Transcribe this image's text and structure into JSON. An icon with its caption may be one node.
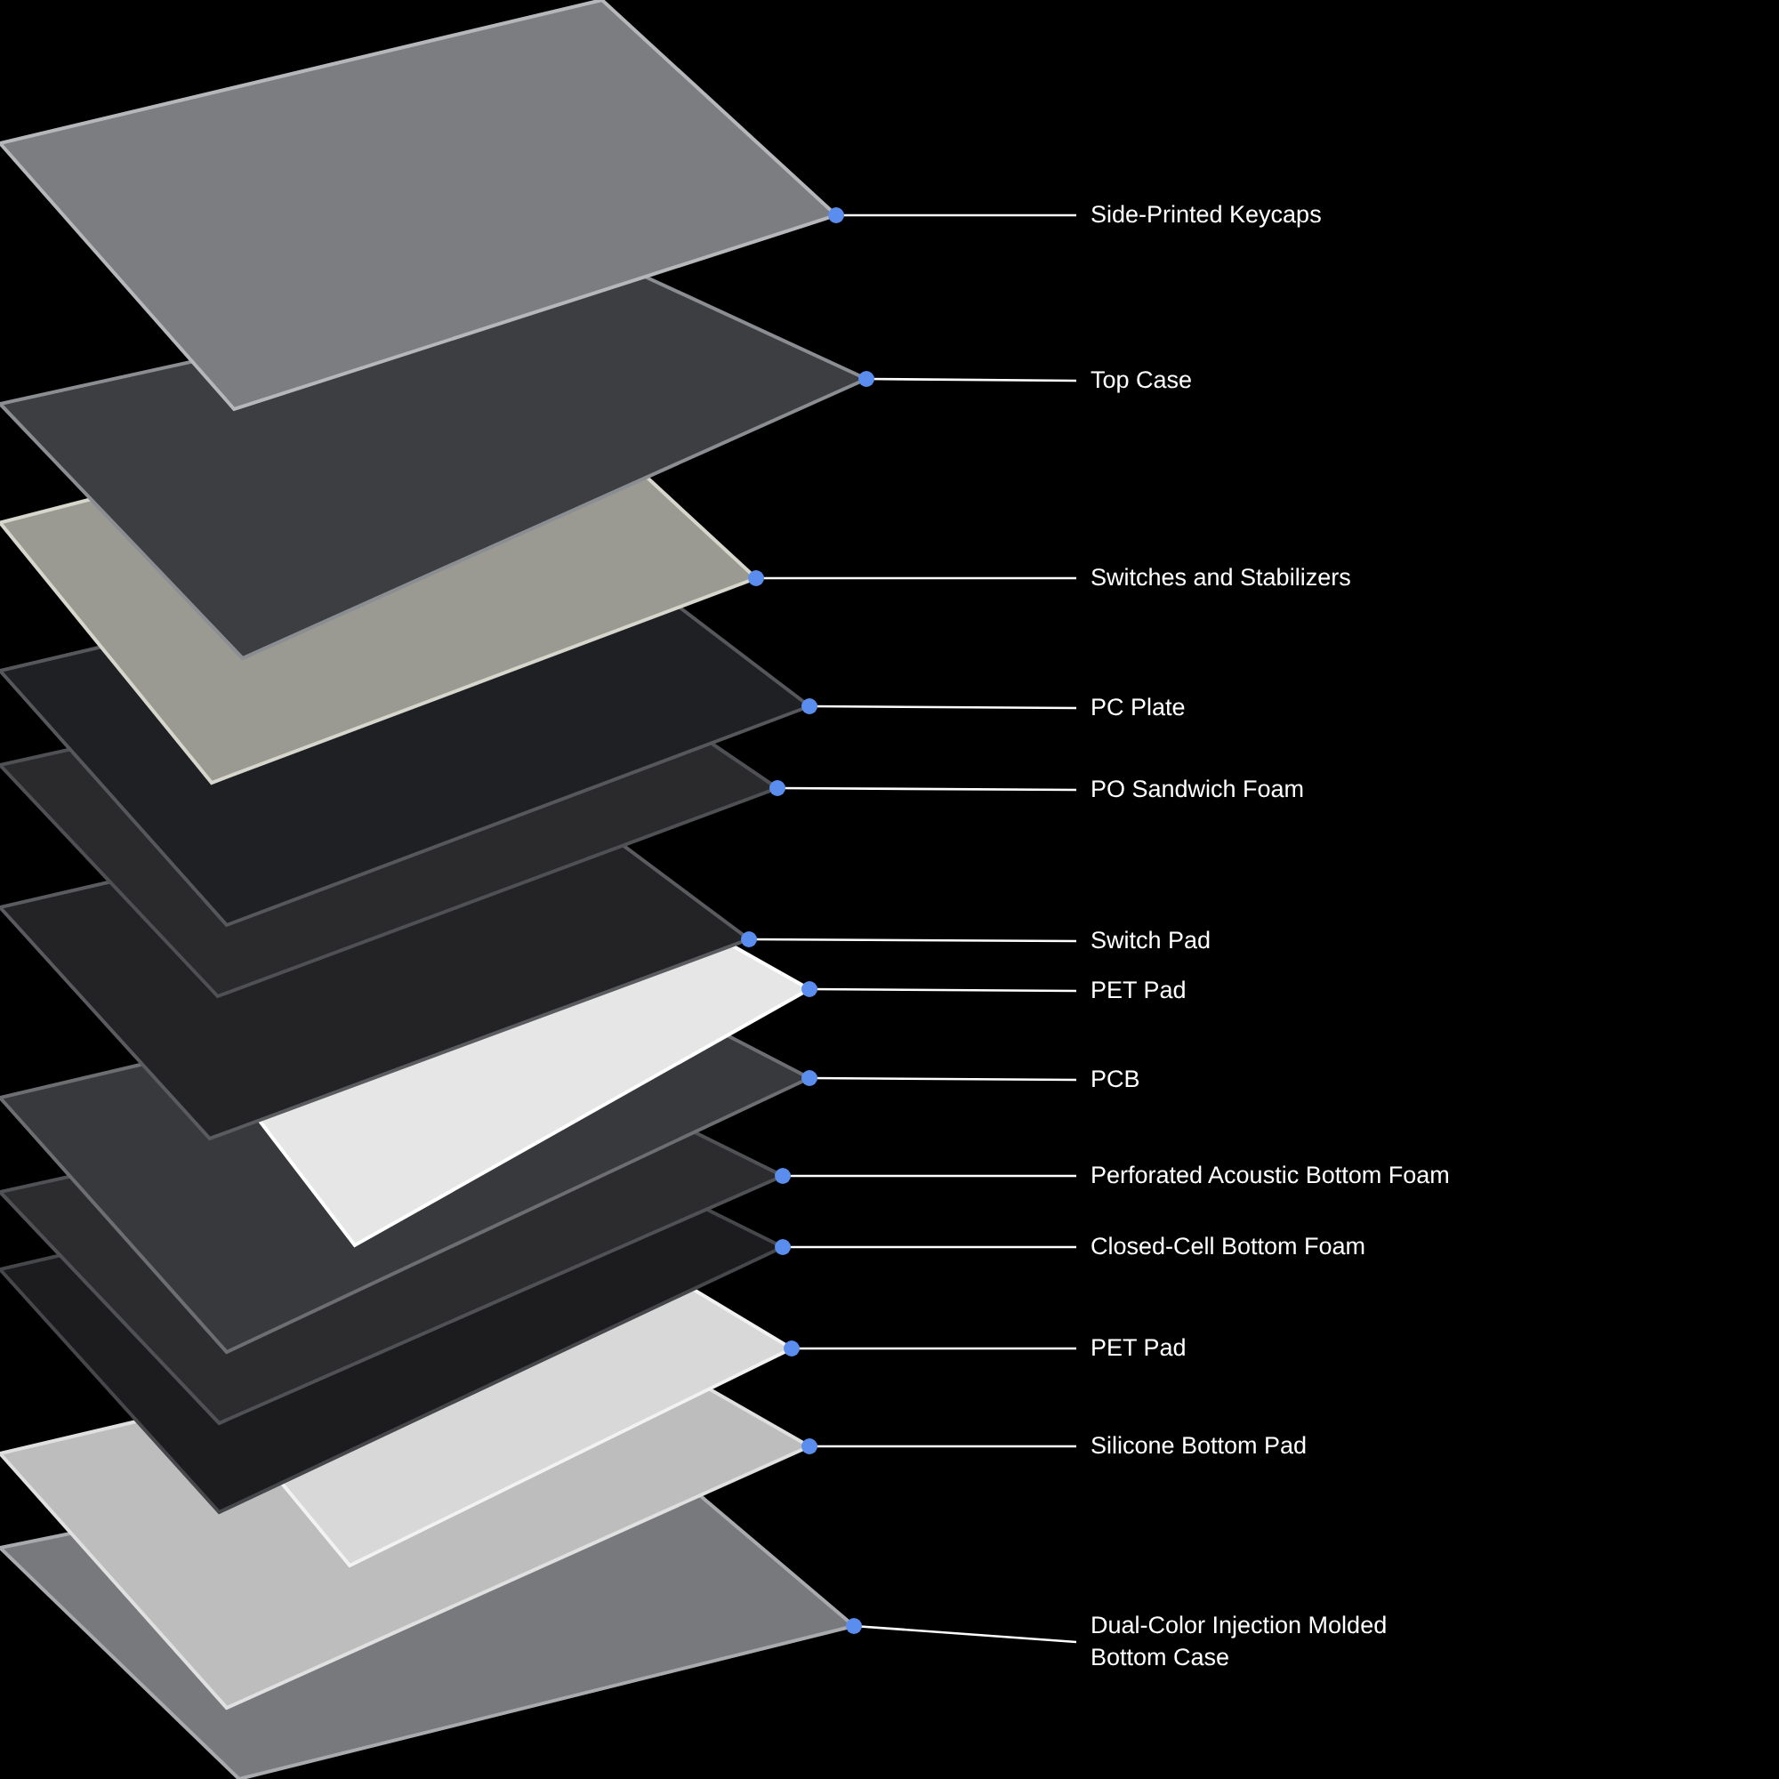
{
  "diagram": {
    "nodes": [
      {
        "text": [
          "Side-Printed Keycaps"
        ]
      },
      {
        "text": [
          "Top Case"
        ]
      },
      {
        "text": [
          "Switches and Stabilizers"
        ]
      },
      {
        "text": [
          "PC Plate"
        ]
      },
      {
        "text": [
          "PO Sandwich Foam"
        ]
      },
      {
        "text": [
          "Switch Pad"
        ]
      },
      {
        "text": [
          "PET Pad"
        ]
      },
      {
        "text": [
          "PCB"
        ]
      },
      {
        "text": [
          "Perforated Acoustic Bottom Foam"
        ]
      },
      {
        "text": [
          "Closed-Cell Bottom Foam"
        ]
      },
      {
        "text": [
          "PET Pad"
        ]
      },
      {
        "text": [
          "Silicone Bottom Pad"
        ]
      },
      {
        "text": [
          "Dual-Color Injection Molded Bottom Case"
        ]
      },
      {
        "text": [],
        "shape": "picture"
      },
      {
        "text": [],
        "shape": "picture"
      },
      {
        "text": [],
        "shape": "picture"
      },
      {
        "text": [],
        "shape": "picture"
      },
      {
        "text": [],
        "shape": "picture"
      },
      {
        "text": [],
        "shape": "picture"
      },
      {
        "text": [],
        "shape": "picture"
      },
      {
        "text": [],
        "shape": "picture"
      },
      {
        "text": [],
        "shape": "picture"
      },
      {
        "text": [],
        "shape": "picture"
      },
      {
        "text": [],
        "shape": "picture"
      },
      {
        "text": [],
        "shape": "picture"
      },
      {
        "text": [],
        "shape": "picture"
      }
    ],
    "edges": [
      {
        "from": 0,
        "to": 13,
        "arrow": "other"
      },
      {
        "from": 1,
        "to": 14,
        "arrow": "other"
      },
      {
        "from": 2,
        "to": 15,
        "arrow": "other"
      },
      {
        "from": 3,
        "to": 16,
        "arrow": "other"
      },
      {
        "from": 4,
        "to": 17,
        "arrow": "other"
      },
      {
        "from": 5,
        "to": 18,
        "arrow": "other"
      },
      {
        "from": 6,
        "to": 19,
        "arrow": "other"
      },
      {
        "from": 7,
        "to": 20,
        "arrow": "other"
      },
      {
        "from": 8,
        "to": 21,
        "arrow": "other"
      },
      {
        "from": 9,
        "to": 22,
        "arrow": "other"
      },
      {
        "from": 10,
        "to": 23,
        "arrow": "other"
      },
      {
        "from": 11,
        "to": 24,
        "arrow": "other"
      },
      {
        "from": 12,
        "to": 25,
        "arrow": "other"
      }
    ]
  }
}
